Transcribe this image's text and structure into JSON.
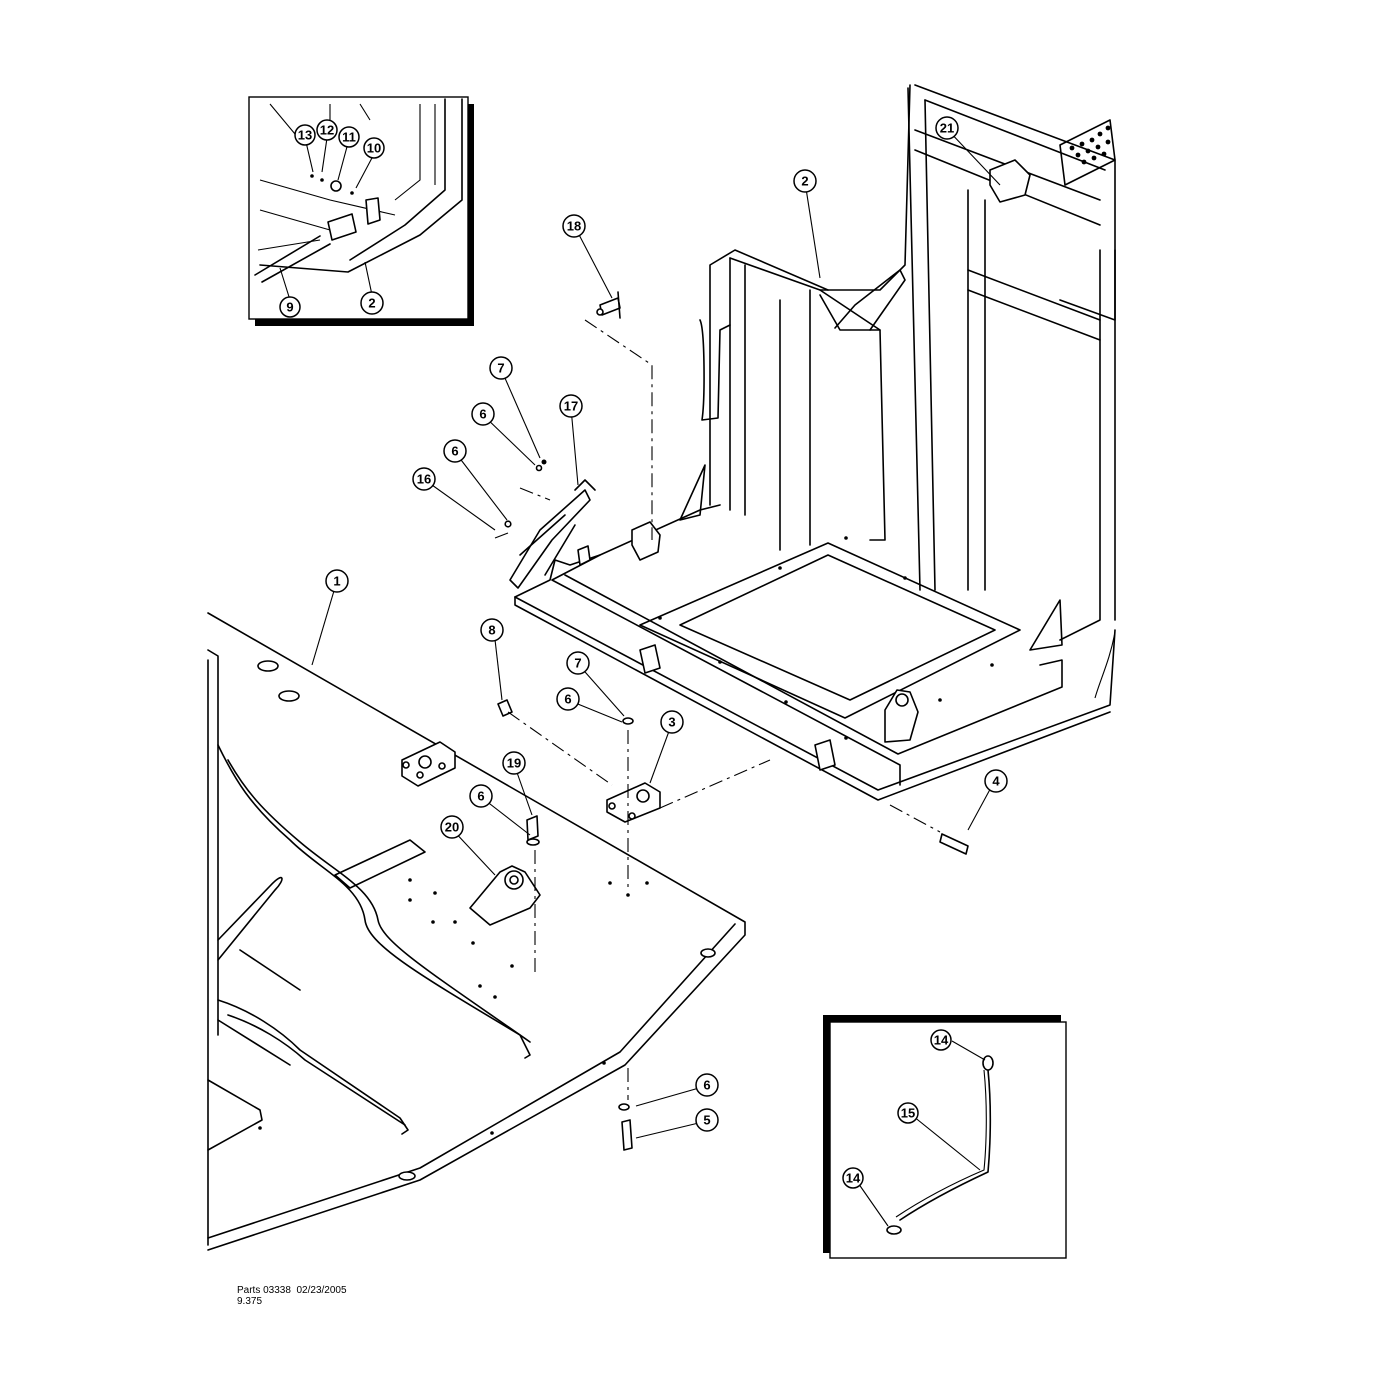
{
  "callouts": {
    "c1": "1",
    "c2": "2",
    "c2_inset": "2",
    "c3": "3",
    "c4": "4",
    "c5": "5",
    "c6a": "6",
    "c6b": "6",
    "c6c": "6",
    "c6d": "6",
    "c6e": "6",
    "c7a": "7",
    "c7b": "7",
    "c8": "8",
    "c9": "9",
    "c10": "10",
    "c11": "11",
    "c12": "12",
    "c13": "13",
    "c14a": "14",
    "c14b": "14",
    "c15": "15",
    "c16": "16",
    "c17": "17",
    "c18": "18",
    "c19": "19",
    "c20": "20",
    "c21": "21"
  },
  "footer": {
    "line1": "Parts 03338  02/23/2005",
    "line2": "9.375"
  }
}
